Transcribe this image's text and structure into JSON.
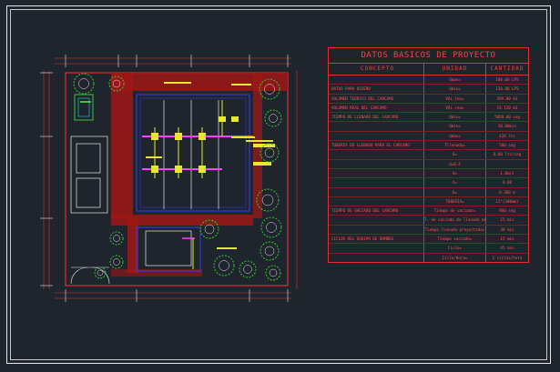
{
  "colors": {
    "background": "#1f252d",
    "frame": "#e8e8e8",
    "wall": "#e03030",
    "hatch": "#c02020",
    "pool": "#3a3aff",
    "tree": "#3cc43c",
    "detail_yellow": "#e8e830",
    "detail_magenta": "#ff40ff",
    "table_text": "#ff5050"
  },
  "table": {
    "title": "DATOS BASICOS DE PROYECTO",
    "headers": {
      "concept": "CONCEPTO",
      "unit": "UNIDAD",
      "amount": "CANTIDAD"
    },
    "rows": [
      {
        "concept": "",
        "unit": "Qmax=",
        "amount": "180.00 LPS"
      },
      {
        "concept": "DATOS PARA DISEÑO",
        "unit": "Qmin=",
        "amount": "120.00 LPS"
      },
      {
        "concept": "VOLUMEN TEORICO DEL CARCAMO",
        "unit": "VOL.teo=",
        "amount": "399.00 m3"
      },
      {
        "concept": "VOLUMEN REAL DEL CARCAMO",
        "unit": "VOL.rea=",
        "amount": "53.120 m3"
      },
      {
        "concept": "TIEMPO DE LLENADO DEL CARCAMO",
        "unit": "Qmin=",
        "amount": "5800.00 seg"
      },
      {
        "concept": "",
        "unit": "Qmin=",
        "amount": "30.00min"
      },
      {
        "concept": "",
        "unit": "Qmax=",
        "amount": "420 lts"
      },
      {
        "concept": "TUBERIA DE LLENADO PARA EL CARCAMO",
        "unit": "Tllenado=",
        "amount": "500 seg"
      },
      {
        "concept": "",
        "unit": "D=",
        "amount": "0.08 lts/seg"
      },
      {
        "concept": "",
        "unit": "Q=0.4",
        "amount": ""
      },
      {
        "concept": "",
        "unit": "V=",
        "amount": "1.0m/s"
      },
      {
        "concept": "",
        "unit": "A=",
        "amount": "0.08"
      },
      {
        "concept": "",
        "unit": "D=",
        "amount": "0.308 m"
      },
      {
        "concept": "",
        "unit": "TUBERIA=",
        "amount": "12\"(300mm)"
      },
      {
        "concept": "TIEMPO DE VACIADO DEL CARCAMO",
        "unit": "Tiempo de vaciado=",
        "amount": "900 seg"
      },
      {
        "concept": "",
        "unit": "T. de vaciado de llenado min",
        "amount": "15 min"
      },
      {
        "concept": "",
        "unit": "Tiempo llenado proyectado=",
        "amount": "30 min"
      },
      {
        "concept": "CICLOS DEL EQUIPO DE BOMBEO",
        "unit": "Tiempo vaciado=",
        "amount": "15 min"
      },
      {
        "concept": "",
        "unit": "Ciclo=",
        "amount": "45 min"
      },
      {
        "concept": "",
        "unit": "Ciclo/Hora=",
        "amount": "1 ciclos/hora"
      }
    ]
  }
}
